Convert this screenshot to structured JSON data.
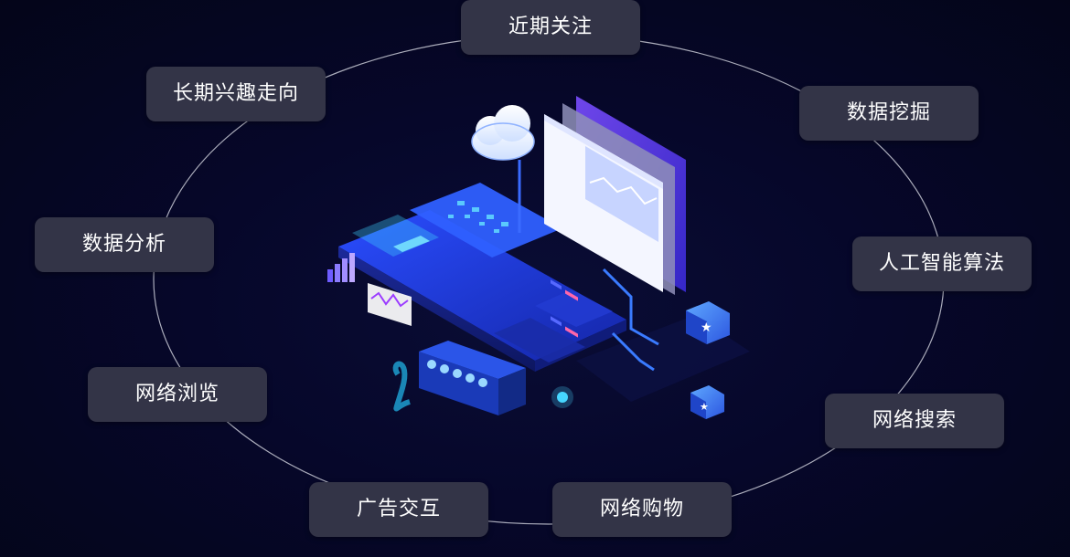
{
  "tags": {
    "recent_focus": "近期关注",
    "data_mining": "数据挖掘",
    "ai_algorithm": "人工智能算法",
    "web_search": "网络搜索",
    "online_shopping": "网络购物",
    "ad_interaction": "广告交互",
    "web_browsing": "网络浏览",
    "data_analysis": "数据分析",
    "long_term_interest": "长期兴趣走向"
  },
  "colors": {
    "background": "#050620",
    "tag_bg": "#333447",
    "tag_text": "#ffffff",
    "orbit_line": "#c9cad6",
    "accent_blue": "#2f5bff",
    "accent_purple": "#8a3bff",
    "accent_cyan": "#46d6ff"
  },
  "icons": {
    "cloud": "cloud-icon",
    "server": "server-rack-icon",
    "cube_a": "logo-cube-icon",
    "cube_b": "logo-cube-icon"
  }
}
